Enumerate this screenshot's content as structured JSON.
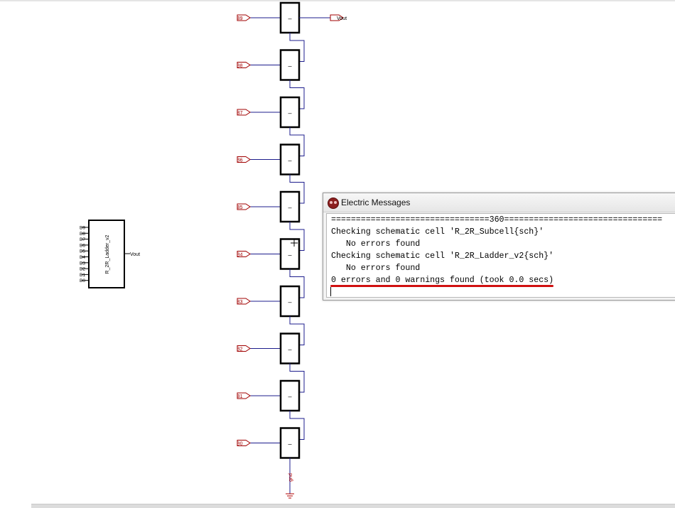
{
  "schematic": {
    "ladder_inputs": [
      "B9",
      "B8",
      "B7",
      "B6",
      "B5",
      "B4",
      "B3",
      "B2",
      "B1",
      "B0"
    ],
    "output_label": "Vout",
    "subcell_body_label": "–",
    "ground_label": "gnd",
    "icon_cell": {
      "name": "R_2R_Ladder_v2",
      "inputs": [
        "B9",
        "B8",
        "B7",
        "B6",
        "B5",
        "B4",
        "B3",
        "B2",
        "B1",
        "B0"
      ],
      "output": "Vout"
    }
  },
  "messages_window": {
    "title": "Electric Messages",
    "lines": [
      "================================360================================",
      "Checking schematic cell 'R_2R_Subcell{sch}'",
      "   No errors found",
      "Checking schematic cell 'R_2R_Ladder_v2{sch}'",
      "   No errors found",
      "0 errors and 0 warnings found (took 0.0 secs)"
    ]
  },
  "colors": {
    "wire": "#1c1c8c",
    "port": "#a00000",
    "ground": "#b00000",
    "highlight": "#d01010",
    "cell_outline": "#000000"
  }
}
